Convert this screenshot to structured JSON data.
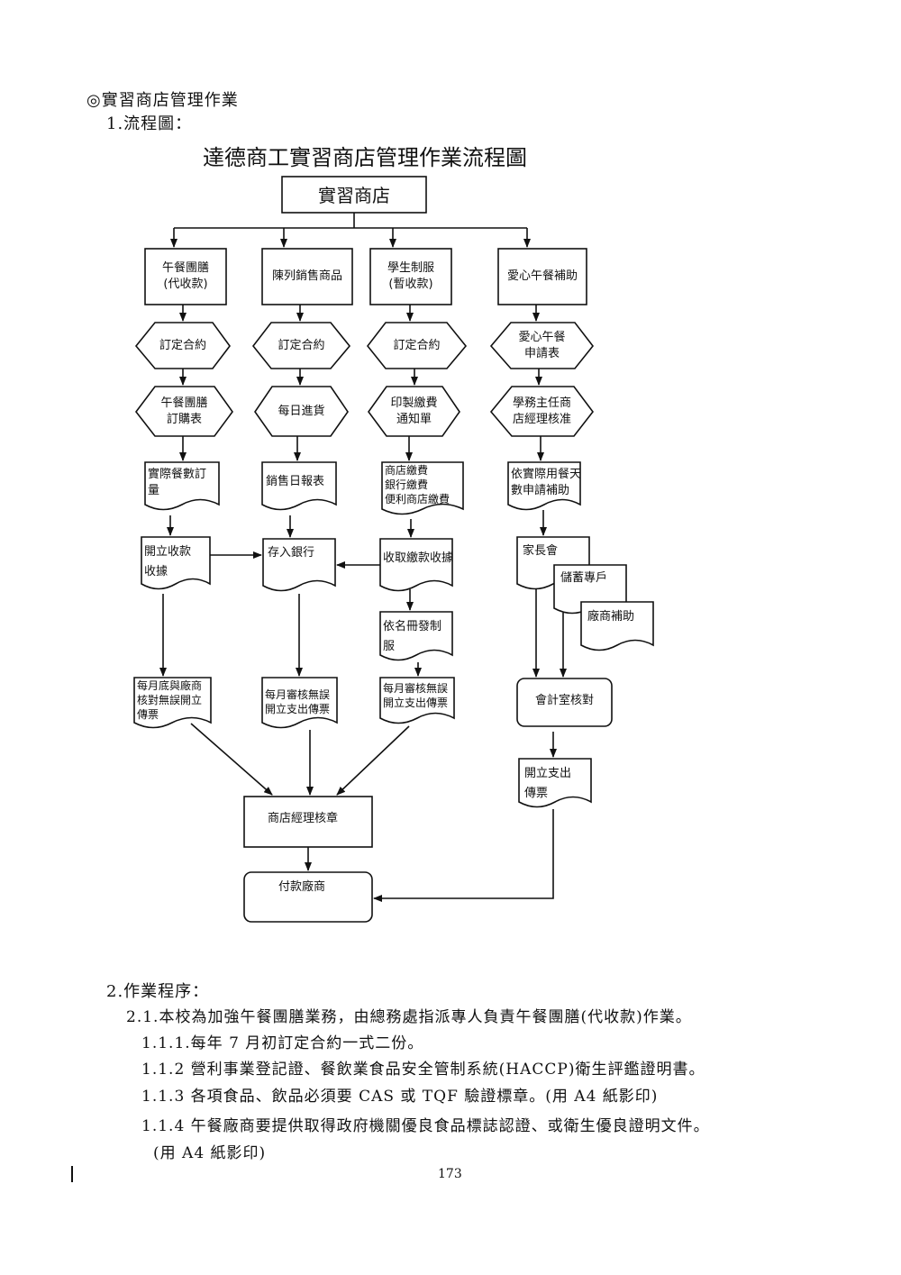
{
  "section_heading": "◎實習商店管理作業",
  "sub_heading": "1.流程圖：",
  "diagram": {
    "title": "達德商工實習商店管理作業流程圖",
    "top_box": "實習商店",
    "col1": {
      "header": [
        "午餐團膳",
        "(代收款)"
      ],
      "hex1": [
        "訂定合約"
      ],
      "hex2": [
        "午餐團膳",
        "訂購表"
      ],
      "doc1": [
        "實際餐數訂",
        "量"
      ],
      "doc2": [
        "開立收款",
        "收據"
      ],
      "doc3": [
        "每月底與廠商",
        "核對無誤開立",
        "傳票"
      ]
    },
    "col2": {
      "header": [
        "陳列銷售商品"
      ],
      "hex1": [
        "訂定合約"
      ],
      "hex2": [
        "每日進貨"
      ],
      "doc1": [
        "銷售日報表"
      ],
      "doc2": [
        "存入銀行"
      ],
      "doc3": [
        "每月審核無誤",
        "開立支出傳票"
      ]
    },
    "col3": {
      "header": [
        "學生制服",
        "(暫收款)"
      ],
      "hex1": [
        "訂定合約"
      ],
      "hex2": [
        "印製繳費",
        "通知單"
      ],
      "doc1": [
        "商店繳費",
        "銀行繳費",
        "便利商店繳費"
      ],
      "doc2": [
        "收取繳款收據"
      ],
      "doc_mid": [
        "依名冊發制",
        "服"
      ],
      "doc3": [
        "每月審核無誤",
        "開立支出傳票"
      ]
    },
    "col4": {
      "header": [
        "愛心午餐補助"
      ],
      "hex1": [
        "愛心午餐",
        "申請表"
      ],
      "hex2": [
        "學務主任商",
        "店經理核准"
      ],
      "doc1": [
        "依實際用餐天",
        "數申請補助"
      ],
      "doc_a": [
        "家長會"
      ],
      "doc_b": [
        "儲蓄專戶"
      ],
      "doc_c": [
        "廠商補助"
      ],
      "audit": [
        "會計室核對"
      ],
      "doc_out": [
        "開立支出",
        "傳票"
      ]
    },
    "manager_box": "商店經理核章",
    "pay_box": "付款廠商"
  },
  "procedures": {
    "heading": "2.作業程序：",
    "p1": "2.1.本校為加強午餐團膳業務，由總務處指派專人負責午餐團膳(代收款)作業。",
    "p2": "1.1.1.每年 7 月初訂定合約一式二份。",
    "p3": "1.1.2 營利事業登記證、餐飲業食品安全管制系統(HACCP)衛生評鑑證明書。",
    "p4": "1.1.3 各項食品、飲品必須要 CAS 或 TQF 驗證標章。(用 A4 紙影印)",
    "p5": "1.1.4 午餐廠商要提供取得政府機關優良食品標誌認證、或衛生優良證明文件。",
    "p6": "(用 A4 紙影印)"
  },
  "page_number": "173"
}
